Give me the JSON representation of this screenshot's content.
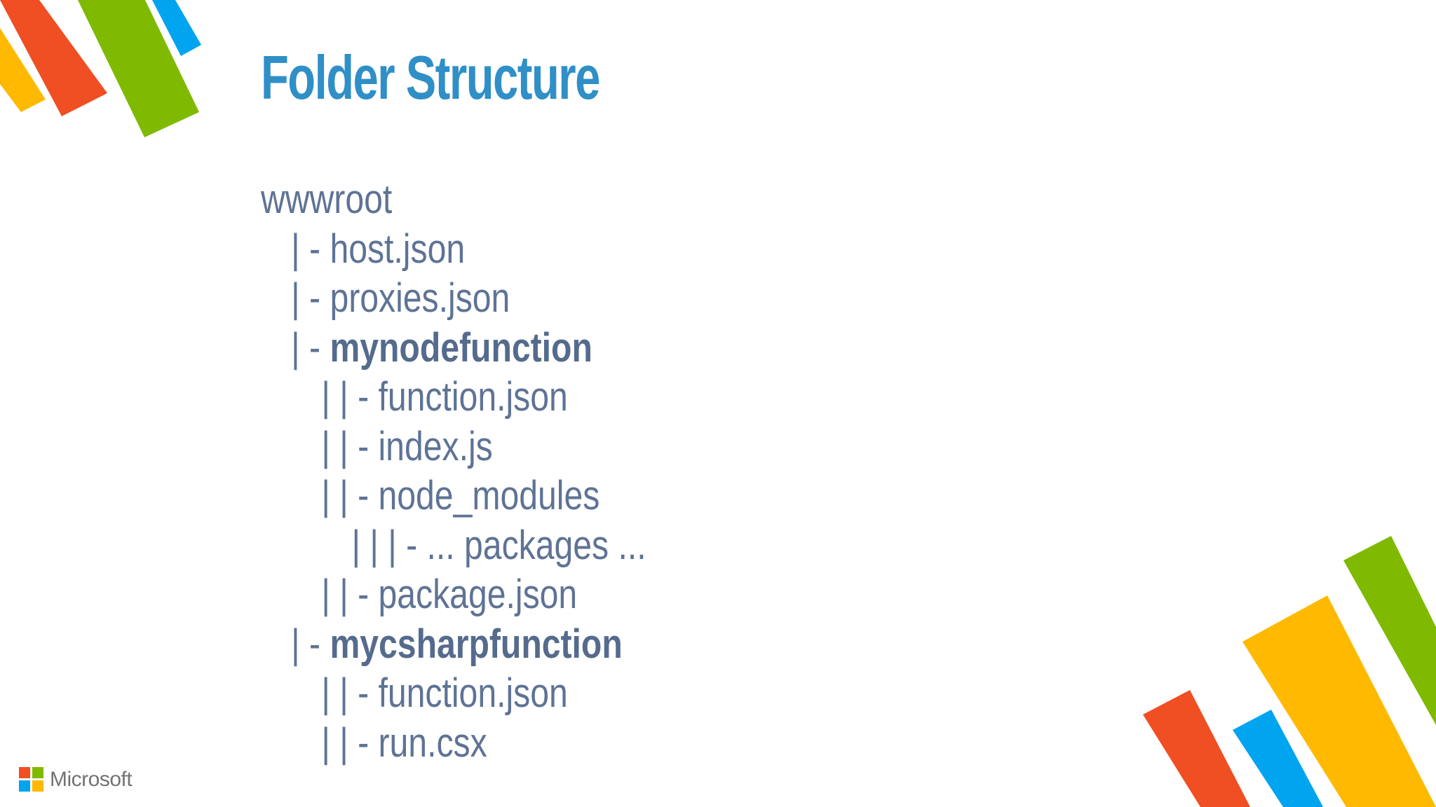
{
  "slide": {
    "title": "Folder Structure",
    "tree": [
      {
        "prefix": "",
        "name": "wwwroot",
        "bold": false,
        "indent": 0
      },
      {
        "prefix": "| - ",
        "name": "host.json",
        "bold": false,
        "indent": 1
      },
      {
        "prefix": "| - ",
        "name": "proxies.json",
        "bold": false,
        "indent": 1
      },
      {
        "prefix": "| - ",
        "name": "mynodefunction",
        "bold": true,
        "indent": 1
      },
      {
        "prefix": "| | - ",
        "name": "function.json",
        "bold": false,
        "indent": 2
      },
      {
        "prefix": "| | - ",
        "name": "index.js",
        "bold": false,
        "indent": 2
      },
      {
        "prefix": "| | - ",
        "name": "node_modules",
        "bold": false,
        "indent": 2
      },
      {
        "prefix": "| | | - ",
        "name": "... packages ...",
        "bold": false,
        "indent": 3
      },
      {
        "prefix": "| | - ",
        "name": "package.json",
        "bold": false,
        "indent": 2
      },
      {
        "prefix": "| - ",
        "name": "mycsharpfunction",
        "bold": true,
        "indent": 1
      },
      {
        "prefix": "| | - ",
        "name": "function.json",
        "bold": false,
        "indent": 2
      },
      {
        "prefix": "| | - ",
        "name": "run.csx",
        "bold": false,
        "indent": 2
      }
    ]
  },
  "branding": {
    "logo_text": "Microsoft",
    "logo_colors": [
      "#f25022",
      "#7fba00",
      "#00a4ef",
      "#ffb900"
    ]
  },
  "colors": {
    "title": "#2f8fc6",
    "body_text": "#5e7395",
    "accent_red": "#f04e23",
    "accent_green": "#7fba00",
    "accent_blue": "#00a4ef",
    "accent_yellow": "#ffb900"
  }
}
